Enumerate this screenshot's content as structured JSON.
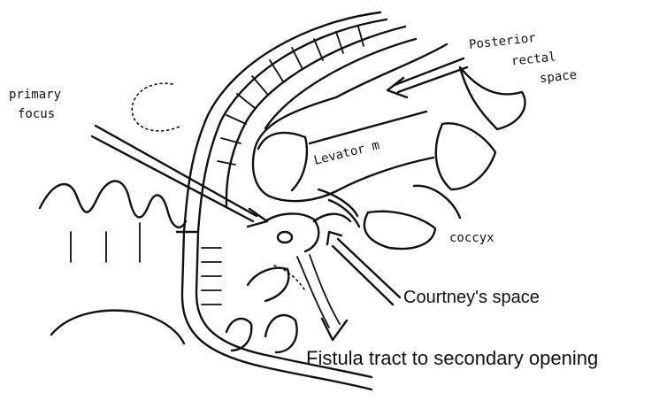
{
  "labels": {
    "primary_focus": [
      "primary",
      "focus"
    ],
    "posterior_rectal_space": [
      "Posterior",
      "rectal",
      "space"
    ],
    "levator_m": "Levator m",
    "coccyx": "coccyx",
    "courtneys_space": "Courtney's space",
    "fistula_tract": "Fistula tract to secondary opening"
  }
}
